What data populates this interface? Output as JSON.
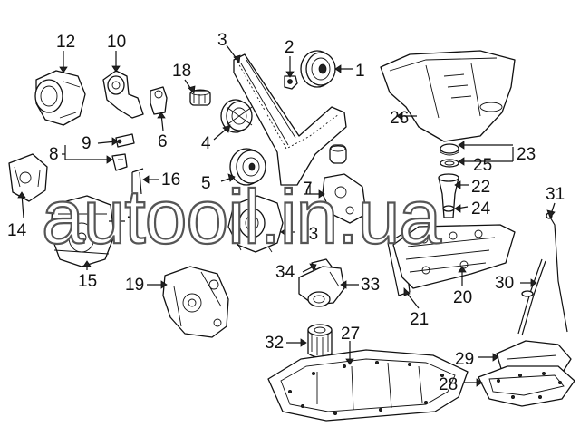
{
  "watermark": "autooil.in.ua",
  "labels": {
    "l1": "1",
    "l2": "2",
    "l3": "3",
    "l4": "4",
    "l5": "5",
    "l6": "6",
    "l7a": "7",
    "l7b": "7",
    "l8": "8",
    "l9": "9",
    "l10": "10",
    "l12": "12",
    "l13": "13",
    "l14": "14",
    "l15": "15",
    "l16": "16",
    "l18": "18",
    "l19": "19",
    "l20": "20",
    "l21": "21",
    "l22": "22",
    "l23": "23",
    "l24": "24",
    "l25": "25",
    "l26": "26",
    "l27": "27",
    "l28": "28",
    "l29": "29",
    "l30": "30",
    "l31": "31",
    "l32": "32",
    "l33": "33",
    "l34": "34"
  }
}
